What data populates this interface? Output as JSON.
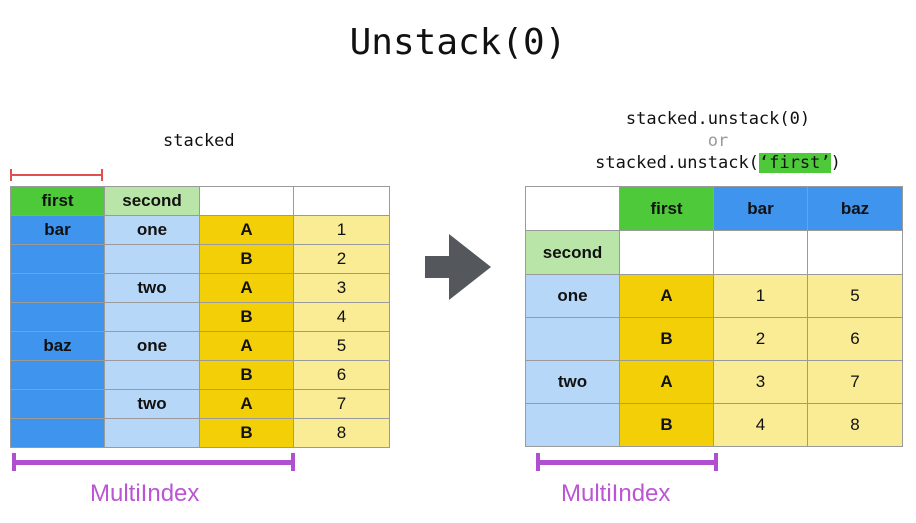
{
  "title": "Unstack(0)",
  "left": {
    "caption": "stacked",
    "header": [
      "first",
      "second",
      "",
      ""
    ],
    "rows": [
      [
        "bar",
        "one",
        "A",
        "1"
      ],
      [
        "",
        "",
        "B",
        "2"
      ],
      [
        "",
        "two",
        "A",
        "3"
      ],
      [
        "",
        "",
        "B",
        "4"
      ],
      [
        "baz",
        "one",
        "A",
        "5"
      ],
      [
        "",
        "",
        "B",
        "6"
      ],
      [
        "",
        "two",
        "A",
        "7"
      ],
      [
        "",
        "",
        "B",
        "8"
      ]
    ],
    "multiindex_label": "MultiIndex"
  },
  "right": {
    "code_line1": "stacked.unstack(0)",
    "code_or": "or",
    "code_line3_prefix": "stacked.unstack(",
    "code_line3_highlight": "‘first’",
    "code_line3_suffix": ")",
    "header_row1": [
      "",
      "first",
      "bar",
      "baz"
    ],
    "header_row2": [
      "second",
      "",
      "",
      ""
    ],
    "rows": [
      [
        "one",
        "A",
        "1",
        "5"
      ],
      [
        "",
        "B",
        "2",
        "6"
      ],
      [
        "two",
        "A",
        "3",
        "7"
      ],
      [
        "",
        "B",
        "4",
        "8"
      ]
    ],
    "multiindex_label": "MultiIndex"
  },
  "colors": {
    "level_header_green": "#4ec93a",
    "second_header_green": "#b9e6a8",
    "outer_index_blue": "#3f95ee",
    "inner_index_lightblue": "#b6d7f8",
    "third_level_yellow": "#f2cf06",
    "value_yellow": "#faeb95",
    "arrow_gray": "#54585c",
    "bracket_purple": "#b04fd0",
    "marker_red": "#e05050"
  }
}
